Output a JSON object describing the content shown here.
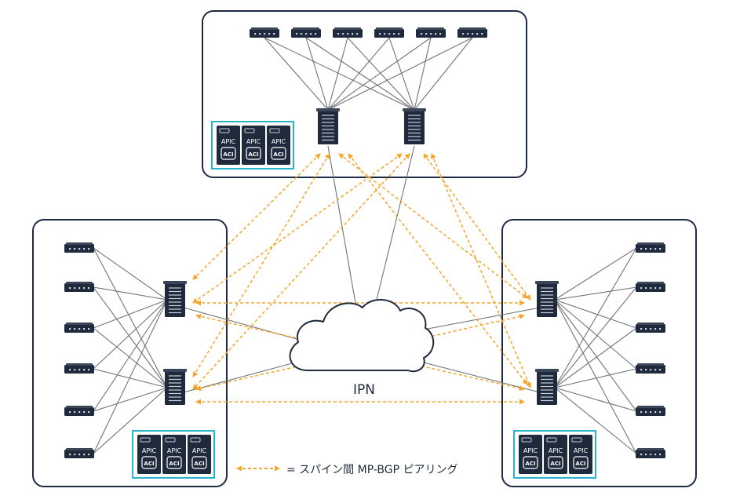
{
  "cloud": {
    "label": "IPN"
  },
  "apic": {
    "top_label": "APIC",
    "badge_label": "ACI"
  },
  "legend": {
    "text": "= スパイン間 MP-BGP ピアリング"
  },
  "colors": {
    "site_border": "#1e2a44",
    "device": "#1f2a3c",
    "device_port": "#c9cfd8",
    "link": "#6f747a",
    "bgp": "#f2a62b",
    "apic_frame": "#2bb3cc",
    "cloud_stroke": "#1f2a3c"
  }
}
